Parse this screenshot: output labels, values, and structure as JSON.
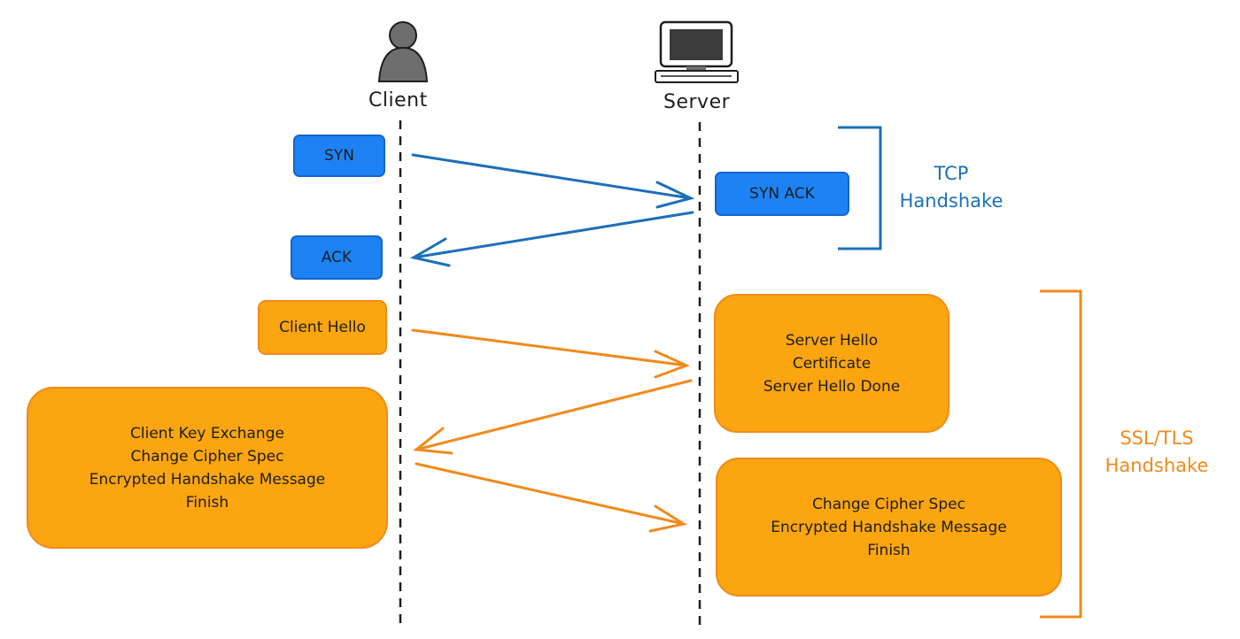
{
  "actors": {
    "client": {
      "label": "Client",
      "icon": "person-icon"
    },
    "server": {
      "label": "Server",
      "icon": "computer-icon"
    }
  },
  "tcp": {
    "syn": "SYN",
    "syn_ack": "SYN ACK",
    "ack": "ACK",
    "group_label": [
      "TCP",
      "Handshake"
    ]
  },
  "tls": {
    "client_hello": "Client Hello",
    "server_hello": [
      "Server Hello",
      "Certificate",
      "Server Hello Done"
    ],
    "client_key_exchange": [
      "Client Key Exchange",
      "Change Cipher Spec",
      "Encrypted Handshake Message",
      "Finish"
    ],
    "server_finish": [
      "Change Cipher Spec",
      "Encrypted Handshake Message",
      "Finish"
    ],
    "group_label": [
      "SSL/TLS",
      "Handshake"
    ]
  },
  "colors": {
    "tcp_blue": "#1d83f5",
    "tcp_stroke": "#1c6fb8",
    "tls_orange": "#fba510",
    "tls_stroke": "#f08a1c",
    "lifeline": "#1e1e1e"
  }
}
